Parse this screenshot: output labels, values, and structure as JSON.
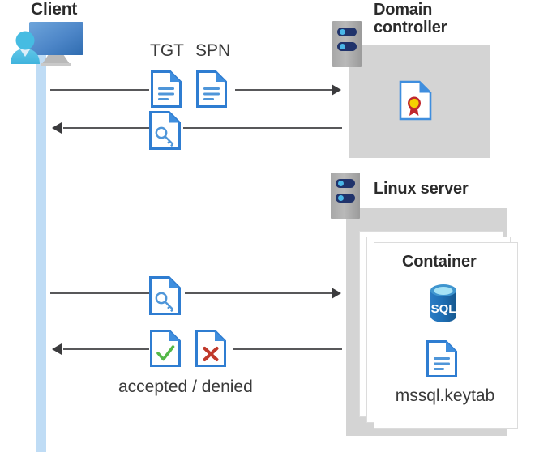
{
  "diagram": {
    "title_client": "Client",
    "title_domain_controller": "Domain\ncontroller",
    "domain_controller_line1": "Domain",
    "domain_controller_line2": "controller",
    "title_linux_server": "Linux server",
    "title_container": "Container",
    "keytab_label": "mssql.keytab",
    "ticket_tgt": "TGT",
    "ticket_spn": "SPN",
    "result_label": "accepted / denied",
    "sql_icon_text": "SQL"
  },
  "icons": {
    "client": "user-monitor-icon",
    "tgt_document": "document-lines-icon",
    "spn_document": "document-lines-icon",
    "ticket_key": "document-key-icon",
    "request_key": "document-key-icon",
    "accepted": "document-check-icon",
    "denied": "document-cross-icon",
    "certificate": "document-certificate-icon",
    "sql": "sql-database-icon",
    "keytab": "document-lines-icon",
    "server_rack_dc": "server-rack-icon",
    "server_rack_linux": "server-rack-icon"
  },
  "colors": {
    "accent_blue": "#2f7dd1",
    "document_fill": "#ffffff",
    "lifeline": "#bfdcf5",
    "panel_gray": "#d4d4d4",
    "rack_gray": "#b0b0b0",
    "led_navy": "#20336b",
    "led_cyan": "#4ab7e8",
    "check_green": "#54b848",
    "cross_red": "#c0392b",
    "cert_red": "#c0272d",
    "cert_yellow": "#f5d000",
    "sql_blue": "#1f6fb5",
    "connector_gray": "#58585a",
    "text_dark": "#2b2b2b"
  },
  "flows": [
    {
      "id": "flow-tgt-spn-request",
      "direction": "right",
      "from": "client",
      "to": "domain-controller"
    },
    {
      "id": "flow-ticket-response",
      "direction": "left",
      "from": "domain-controller",
      "to": "client"
    },
    {
      "id": "flow-ticket-to-server",
      "direction": "right",
      "from": "client",
      "to": "linux-server"
    },
    {
      "id": "flow-auth-result",
      "direction": "left",
      "from": "linux-server",
      "to": "client"
    }
  ]
}
